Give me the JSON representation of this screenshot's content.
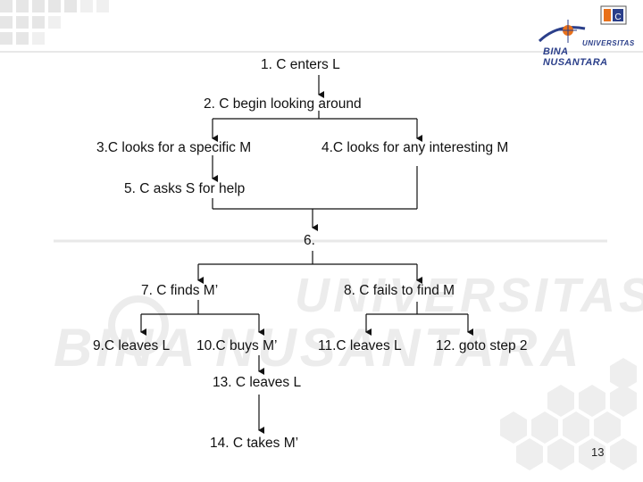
{
  "logo": {
    "line1": "UNIVERSITAS",
    "line2": "BINA NUSANTARA"
  },
  "watermark": {
    "line1": "UNIVERSITAS",
    "line2": "BINA NUSANTARA"
  },
  "corner_icon": "binus-corner-icon",
  "diagram": {
    "nodes": {
      "n1": "1. C enters L",
      "n2": "2. C begin looking around",
      "n3": "3.C looks for a specific M",
      "n4": "4.C looks for any  interesting M",
      "n5": "5. C asks S for help",
      "n6": "6.",
      "n7": "7. C finds M’",
      "n8": "8. C fails to find M",
      "n9": "9.C leaves L",
      "n10": "10.C buys M’",
      "n11": "11.C leaves L",
      "n12": "12. goto step 2",
      "n13": "13. C leaves L",
      "n14": "14. C takes M’"
    }
  },
  "page_number": "13",
  "colors": {
    "line": "#111111",
    "logo_blue": "#2b3f8a",
    "logo_orange": "#e8701a",
    "watermark": "#ececec"
  }
}
